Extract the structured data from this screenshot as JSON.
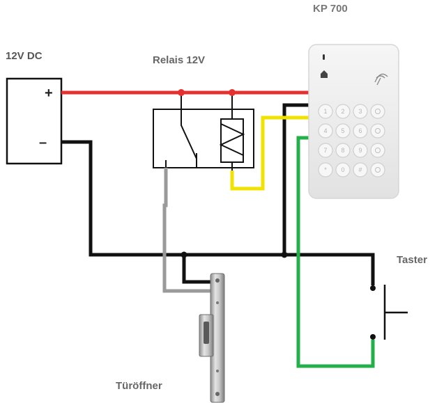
{
  "labels": {
    "power_supply": "12V DC",
    "relay": "Relais 12V",
    "keypad": "KP 700",
    "button": "Taster",
    "door_opener": "Türöffner"
  },
  "power_supply": {
    "plus": "+",
    "minus": "–"
  },
  "keypad_keys": [
    "1",
    "2",
    "3",
    "",
    "4",
    "5",
    "6",
    "",
    "7",
    "8",
    "9",
    "",
    "*",
    "0",
    "#",
    ""
  ],
  "colors": {
    "red": "#e53030",
    "black": "#111111",
    "yellow": "#f2e200",
    "green": "#23b04a",
    "gray": "#9a9a9a"
  },
  "icons": [
    "keypad-led-icon",
    "bell-icon",
    "wireless-icon",
    "door-opener-device"
  ]
}
